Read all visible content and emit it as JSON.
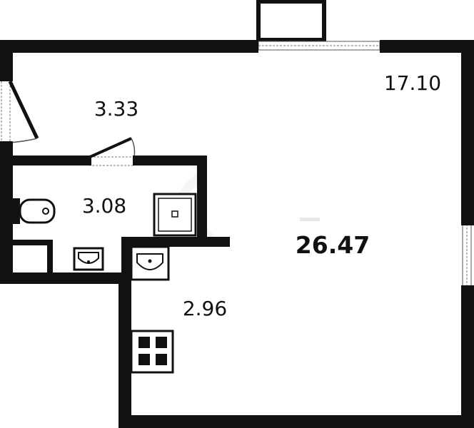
{
  "plan": {
    "areas": {
      "total": "26.47",
      "living_room": "17.10",
      "hallway": "3.33",
      "bathroom": "3.08",
      "kitchen": "2.96"
    }
  },
  "colors": {
    "wall": "#111111",
    "fixture_stroke": "#111111",
    "window_stroke": "#555555",
    "watermark": "#e0e0e0"
  }
}
